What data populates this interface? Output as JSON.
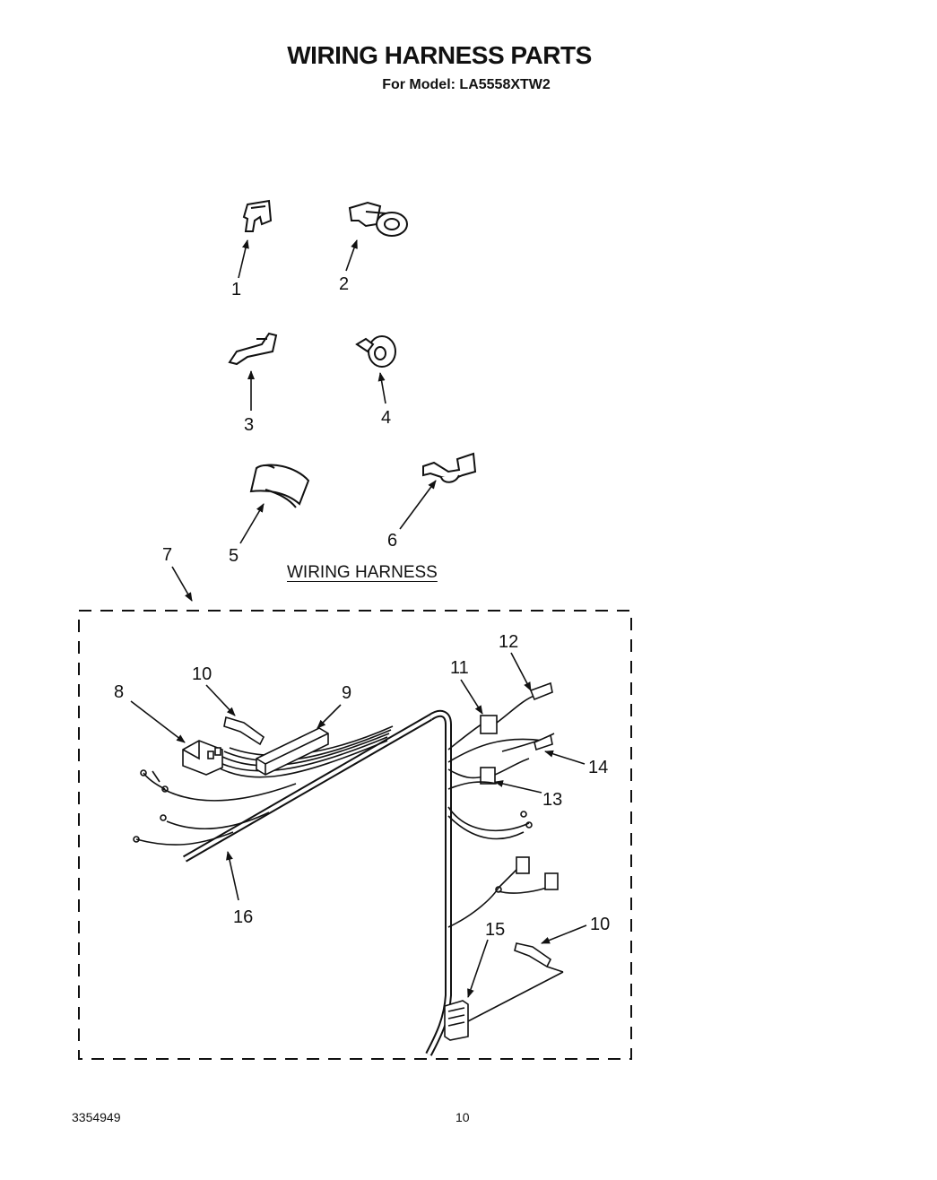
{
  "page": {
    "title": "WIRING HARNESS PARTS",
    "subtitle": "For Model: LA5558XTW2",
    "section_heading": "WIRING HARNESS",
    "footer_code": "3354949",
    "footer_page": "10"
  },
  "callouts": {
    "c1": "1",
    "c2": "2",
    "c3": "3",
    "c4": "4",
    "c5": "5",
    "c6": "6",
    "c7": "7",
    "c8": "8",
    "c9": "9",
    "c10a": "10",
    "c10b": "10",
    "c11": "11",
    "c12": "12",
    "c13": "13",
    "c14": "14",
    "c15": "15",
    "c16": "16"
  },
  "icons": {
    "part1": "wire-clip-icon",
    "part2": "cable-clamp-icon",
    "part3": "wire-hook-icon",
    "part4": "ring-clip-icon",
    "part5": "wire-sleeve-icon",
    "part6": "strap-clip-icon"
  }
}
